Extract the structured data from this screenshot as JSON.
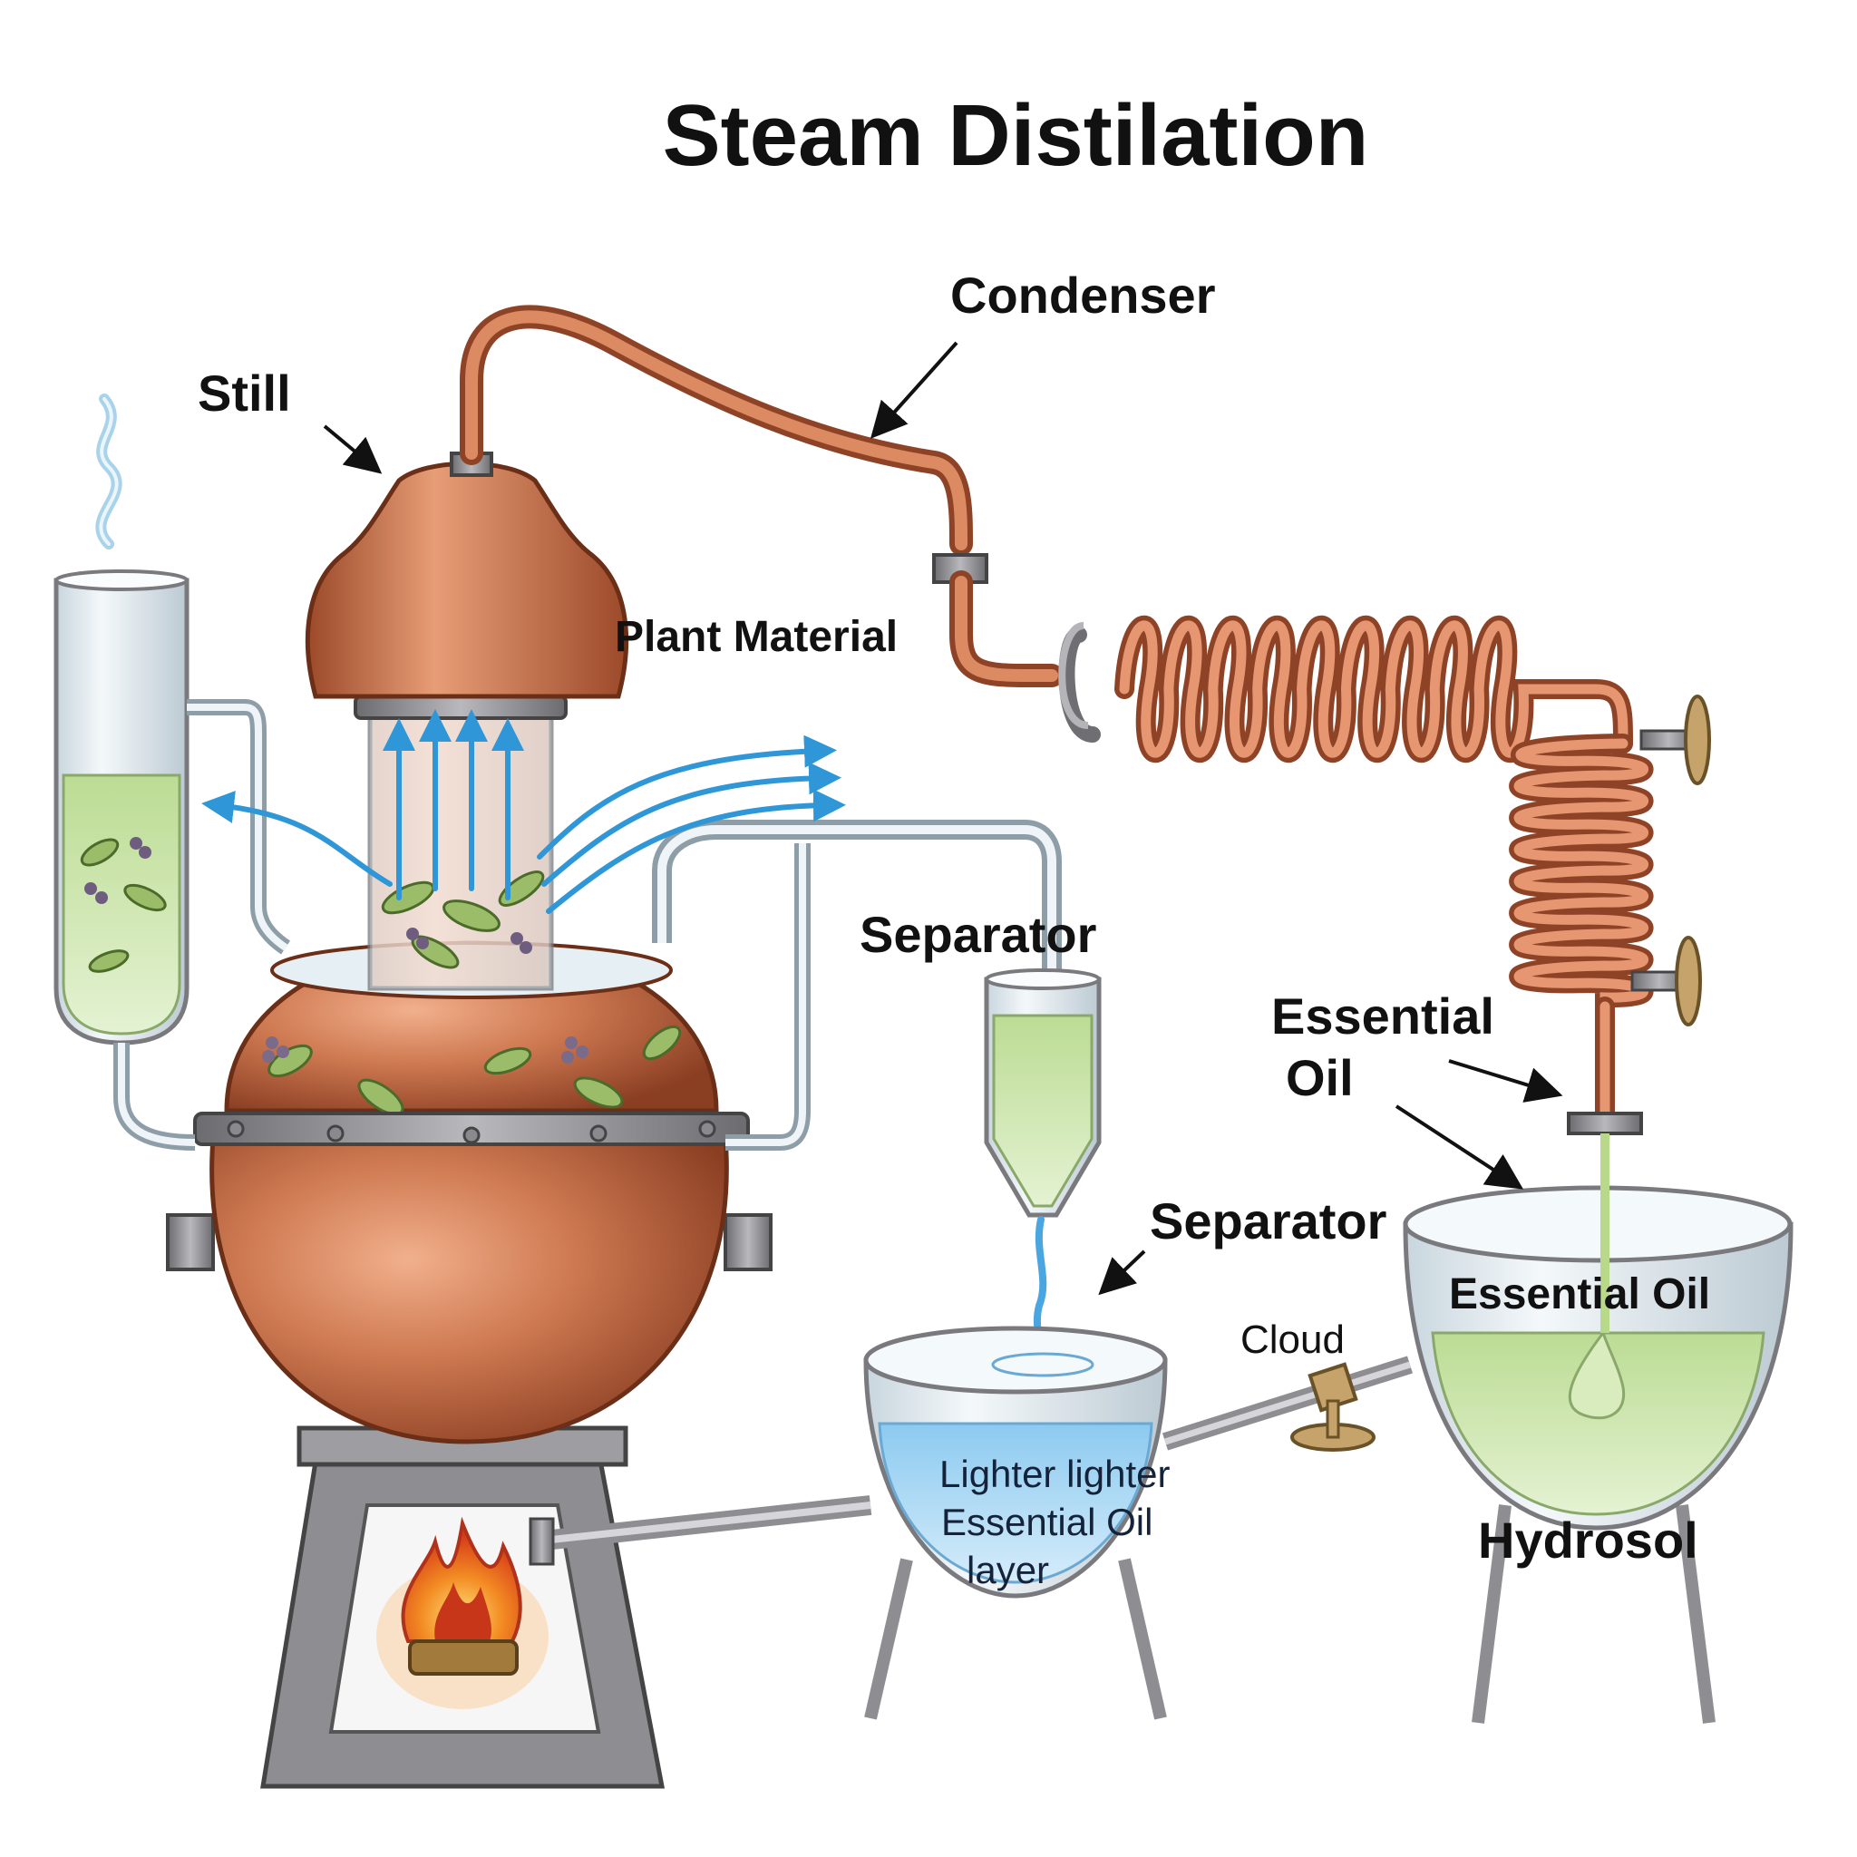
{
  "title": "Steam Distilation",
  "labels": {
    "still": "Still",
    "condenser": "Condenser",
    "plant_material": "Plant Material",
    "separator_top": "Separator",
    "separator_bottom": "Separator",
    "essential_oil_line1": "Essential",
    "essential_oil_line2": "Oil",
    "essential_oil_bowl": "Essential Oil",
    "cloud": "Cloud",
    "lighter_line1": "Lighter lighter",
    "lighter_line2": "Essential Oil",
    "lighter_line3": "layer",
    "hydrosol": "Hydrosol"
  },
  "colors": {
    "copper": "#c8704a",
    "copper_dark": "#8f4326",
    "steam_arrow": "#2f97d8",
    "green_liquid": "#cfe6b0",
    "water": "#a9d6f2",
    "flame": "#f07a1e",
    "metal": "#7d7d80"
  }
}
